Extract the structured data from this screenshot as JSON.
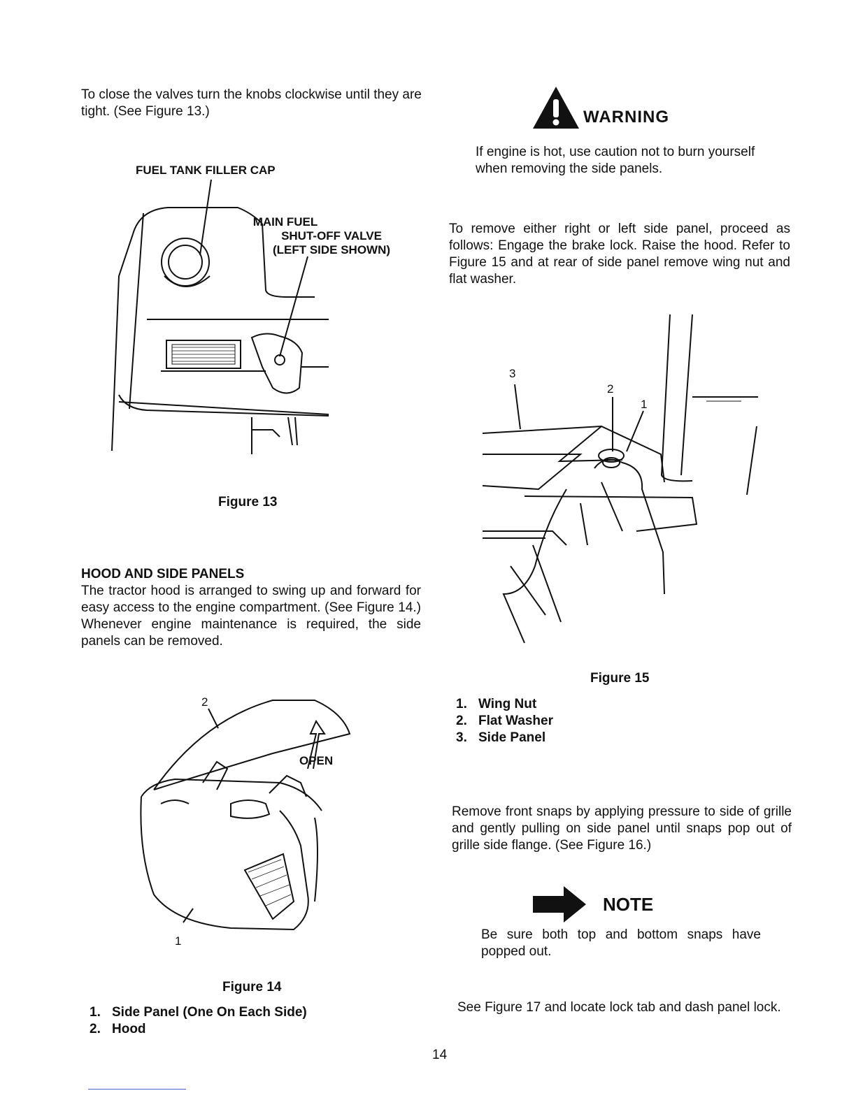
{
  "left": {
    "intro": "To close the valves turn the knobs clockwise until they are tight. (See Figure 13.)",
    "fig13": {
      "label_cap": "FUEL TANK FILLER CAP",
      "label_valve_1": "MAIN FUEL",
      "label_valve_2": "SHUT-OFF VALVE",
      "label_valve_3": "(LEFT SIDE SHOWN)",
      "caption": "Figure 13"
    },
    "section_heading": "HOOD AND SIDE PANELS",
    "section_body": "The tractor hood is arranged to swing up and forward for easy access to the engine compartment. (See Figure 14.) Whenever engine maintenance is required, the side panels can be removed.",
    "fig14": {
      "callout_2": "2",
      "callout_1": "1",
      "open_label": "OPEN",
      "caption": "Figure 14",
      "parts": [
        {
          "num": "1.",
          "text": "Side Panel (One On Each Side)"
        },
        {
          "num": "2.",
          "text": "Hood"
        }
      ]
    }
  },
  "right": {
    "warning_title": "WARNING",
    "warning_body": "If engine is hot, use caution not to burn yourself when removing the side panels.",
    "remove_para": "To remove either right or left side panel, proceed as follows: Engage the brake lock. Raise the hood. Refer to Figure 15 and at rear of side panel remove wing nut and flat washer.",
    "fig15": {
      "callout_3": "3",
      "callout_2": "2",
      "callout_1": "1",
      "caption": "Figure 15",
      "parts": [
        {
          "num": "1.",
          "text": "Wing Nut"
        },
        {
          "num": "2.",
          "text": "Flat Washer"
        },
        {
          "num": "3.",
          "text": "Side Panel"
        }
      ]
    },
    "snaps_para": "Remove front snaps by applying pressure to side of grille and gently pulling on side panel until snaps pop out of grille side flange. (See Figure 16.)",
    "note_title": "NOTE",
    "note_body": "Be sure both top and bottom snaps have popped out.",
    "final_para": "See Figure 17 and locate lock tab and dash panel lock."
  },
  "page_number": "14"
}
